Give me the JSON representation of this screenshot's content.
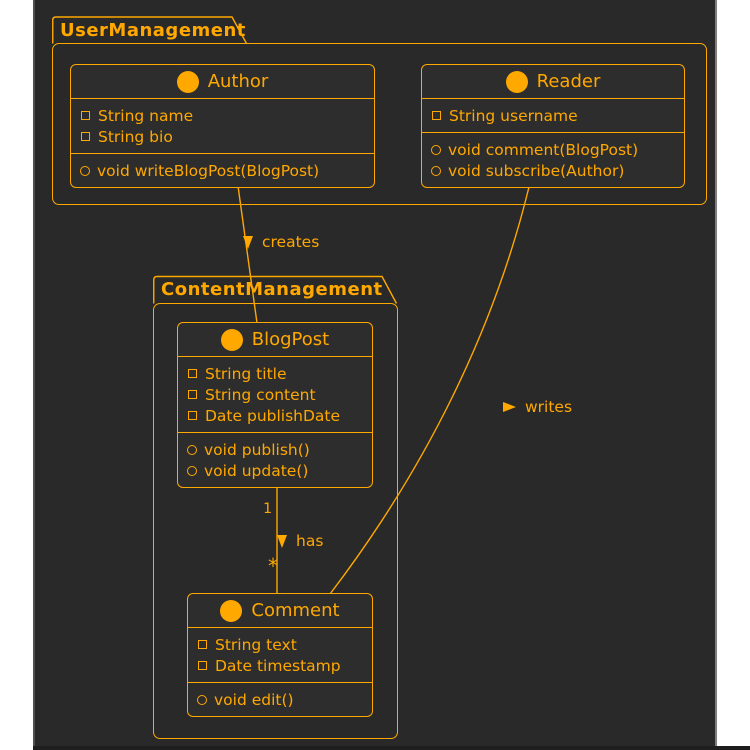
{
  "diagram": {
    "colors": {
      "accent": "#FFA800",
      "canvas": "#292929",
      "box": "#2D2D2D",
      "page": "#FFFFFF",
      "strip": "#1E1E1E",
      "border_left": "#4F4F4F",
      "border_right": "#7E7E7E"
    },
    "icons": {
      "class_spot": "filled-circle",
      "field": "square-outline",
      "method": "circle-outline",
      "arrow_down": "▼",
      "arrow_right": "▶"
    },
    "packages": [
      {
        "name": "UserManagement"
      },
      {
        "name": "ContentManagement"
      }
    ],
    "classes": [
      {
        "name": "Author",
        "attributes": [
          "String name",
          "String bio"
        ],
        "methods": [
          "void writeBlogPost(BlogPost)"
        ]
      },
      {
        "name": "Reader",
        "attributes": [
          "String username"
        ],
        "methods": [
          "void comment(BlogPost)",
          "void subscribe(Author)"
        ]
      },
      {
        "name": "BlogPost",
        "attributes": [
          "String title",
          "String content",
          "Date publishDate"
        ],
        "methods": [
          "void publish()",
          "void update()"
        ]
      },
      {
        "name": "Comment",
        "attributes": [
          "String text",
          "Date timestamp"
        ],
        "methods": [
          "void edit()"
        ]
      }
    ],
    "relations": [
      {
        "from": "Author",
        "to": "BlogPost",
        "label": "creates",
        "direction": "down"
      },
      {
        "from": "BlogPost",
        "to": "Comment",
        "label": "has",
        "direction": "down",
        "from_multiplicity": "1",
        "to_multiplicity": "*"
      },
      {
        "from": "Reader",
        "to": "Comment",
        "label": "writes",
        "direction": "right"
      }
    ]
  }
}
